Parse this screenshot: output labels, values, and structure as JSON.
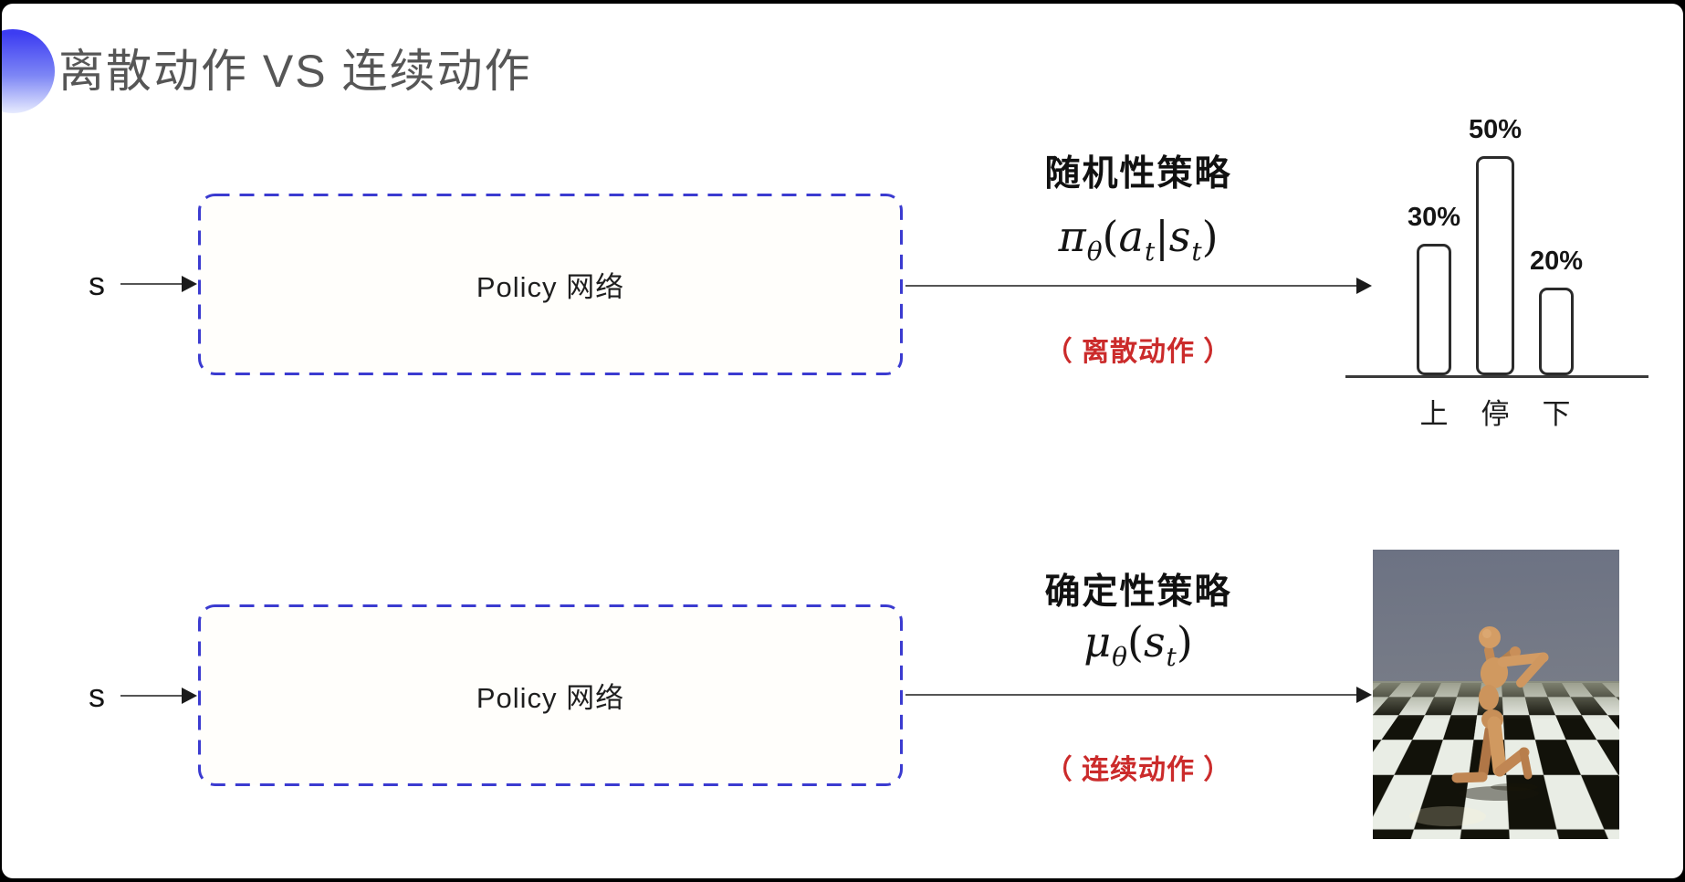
{
  "title": "离散动作 VS 连续动作",
  "rows": {
    "stochastic": {
      "input": "s",
      "box": "Policy 网络",
      "policy_name": "随机性策略",
      "formula": {
        "base": "π",
        "base_sub": "θ",
        "open": "(",
        "arg1": "a",
        "arg1_sub": "t",
        "sep": "|",
        "arg2": "s",
        "arg2_sub": "t",
        "close": ")"
      },
      "note": "（ 离散动作 ）"
    },
    "deterministic": {
      "input": "s",
      "box": "Policy 网络",
      "policy_name": "确定性策略",
      "formula": {
        "base": "μ",
        "base_sub": "θ",
        "open": "(",
        "arg1": "s",
        "arg1_sub": "t",
        "close": ")"
      },
      "note": "（ 连续动作 ）"
    }
  },
  "chart_data": {
    "type": "bar",
    "title": "",
    "categories": [
      "上",
      "停",
      "下"
    ],
    "values": [
      30,
      50,
      20
    ],
    "labels": [
      "30%",
      "50%",
      "20%"
    ],
    "ylim": [
      0,
      60
    ],
    "grid": false,
    "bar_style": "outlined-rounded"
  },
  "media": {
    "robot_image_alt": "humanoid robot kneeling on checkerboard floor"
  },
  "colors": {
    "accent_blue": "#3b3bd0",
    "note_red": "#cb2b2b",
    "title_gray": "#565656",
    "bullet_blue": "#3d3df2"
  }
}
